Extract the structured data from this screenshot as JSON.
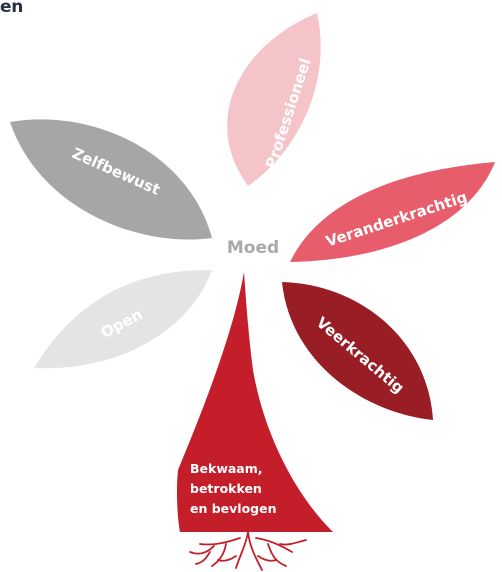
{
  "header_fragment": "en",
  "center": {
    "label": "Moed",
    "color": "#a8a9ab"
  },
  "petals": {
    "professioneel": {
      "label": "Professioneel",
      "color": "#f4c4c8"
    },
    "zelfbewust": {
      "label": "Zelfbewust",
      "color": "#a6a6a6"
    },
    "veranderkrachtig": {
      "label": "Veranderkrachtig",
      "color": "#e85d6b"
    },
    "open": {
      "label": "Open",
      "color": "#e4e4e4"
    },
    "veerkrachtig": {
      "label": "Veerkrachtig",
      "color": "#991d25"
    }
  },
  "stem": {
    "lines": [
      "Bekwaam,",
      "betrokken",
      "en bevlogen"
    ],
    "color": "#c41e2b",
    "roots_color": "#c41e2b"
  }
}
